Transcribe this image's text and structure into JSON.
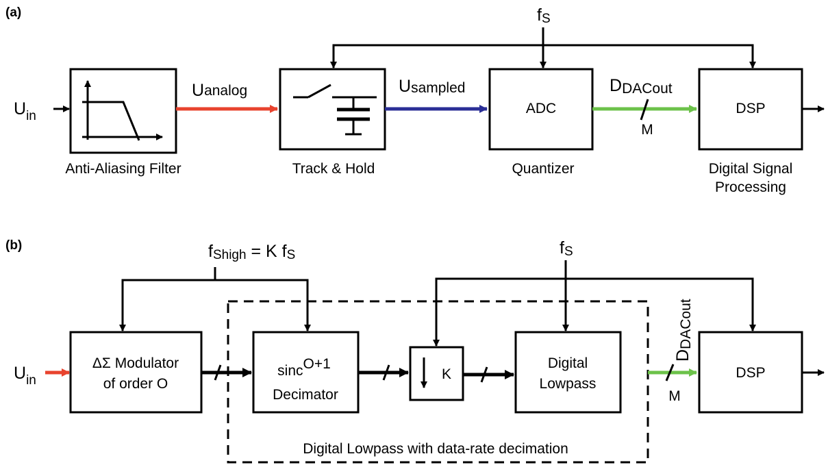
{
  "panel_a": {
    "tag": "(a)",
    "input_label_main": "U",
    "input_label_sub": "in",
    "clock_main": "f",
    "clock_sub": "S",
    "analog_main": "U",
    "analog_sub": "analog",
    "sampled_main": "U",
    "sampled_sub": "sampled",
    "dout_main": "D",
    "dout_sub": "DACout",
    "bus_width": "M",
    "adc_label": "ADC",
    "dsp_label": "DSP",
    "caption_filter": "Anti-Aliasing Filter",
    "caption_th": "Track & Hold",
    "caption_quantizer": "Quantizer",
    "caption_dsp_line1": "Digital Signal",
    "caption_dsp_line2": "Processing"
  },
  "panel_b": {
    "tag": "(b)",
    "input_label_main": "U",
    "input_label_sub": "in",
    "fshigh_main": "f",
    "fshigh_sub": "Shigh",
    "fshigh_eq": " =  K f",
    "fshigh_eq_sub": "S",
    "clock_main": "f",
    "clock_sub": "S",
    "modulator_line1": "ΔΣ Modulator",
    "modulator_line2": "of order O",
    "sinc_main": "sinc",
    "sinc_sup": "O+1",
    "sinc_line2": "Decimator",
    "downsample_label": "K",
    "lowpass_line1": "Digital",
    "lowpass_line2": "Lowpass",
    "dsp_label": "DSP",
    "dout_main": "D",
    "dout_sub": "DACout",
    "bus_width": "M",
    "dashed_caption": "Digital Lowpass with data-rate decimation"
  },
  "colors": {
    "analog_signal": "#e8432e",
    "sampled_signal": "#2a2e96",
    "digital_output": "#6cc24a",
    "input_b": "#e8432e",
    "line": "#000000"
  }
}
